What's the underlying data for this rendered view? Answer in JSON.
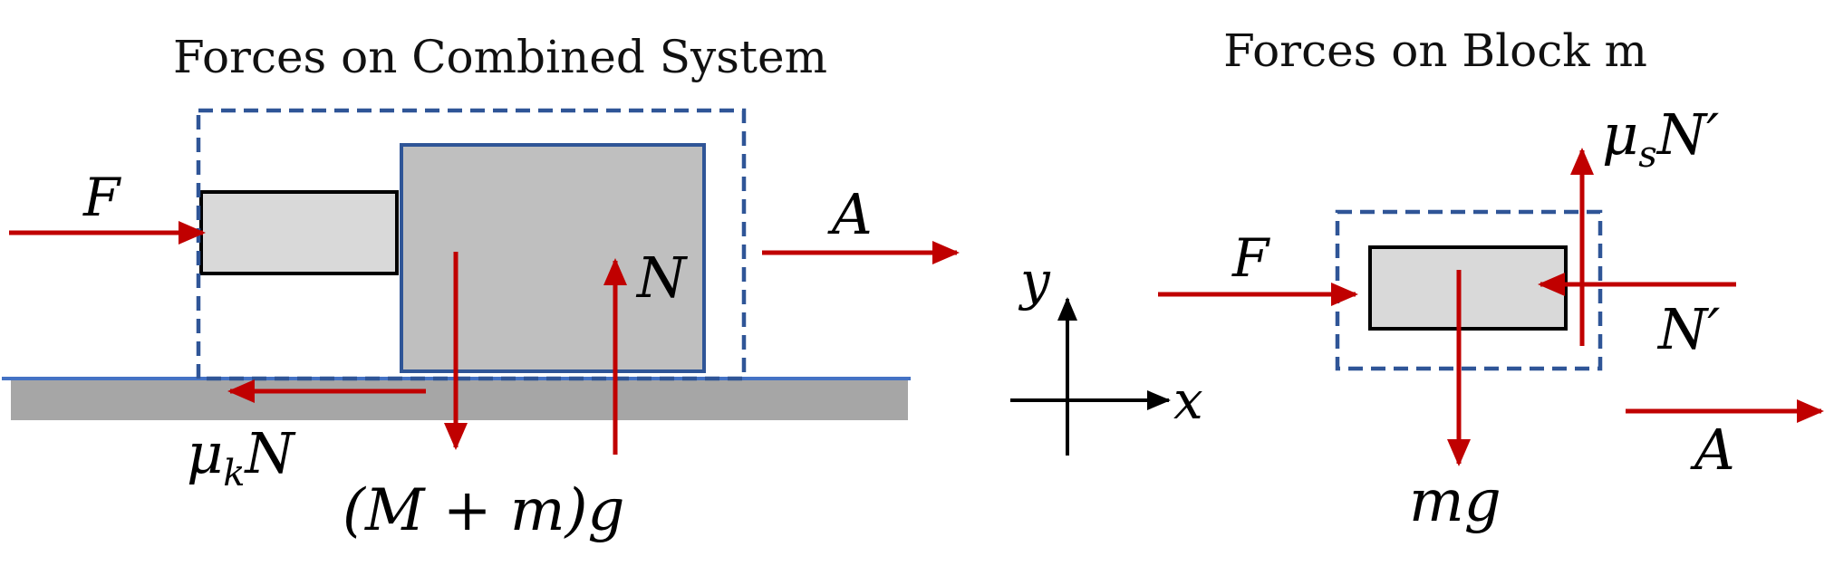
{
  "colors": {
    "force_arrow": "#C00000",
    "system_boundary": "#2F5597",
    "block_fill": "#BFBFBF",
    "small_block_fill": "#D9D9D9",
    "ground_fill": "#A6A6A6",
    "ground_line": "#4472C4",
    "axis_color": "#000000"
  },
  "left_panel": {
    "title": "Forces on Combined System",
    "labels": {
      "applied_force": "F",
      "acceleration": "A",
      "normal": "N",
      "friction_mu": "μ",
      "friction_sub": "k",
      "friction_N": "N",
      "weight": "(M + m)g"
    }
  },
  "axes": {
    "x_label": "x",
    "y_label": "y"
  },
  "right_panel": {
    "title": "Forces on Block m",
    "labels": {
      "applied_force": "F",
      "acceleration": "A",
      "normal": "N′",
      "static_mu": "μ",
      "static_sub": "s",
      "static_N": "N′",
      "weight": "mg"
    }
  }
}
